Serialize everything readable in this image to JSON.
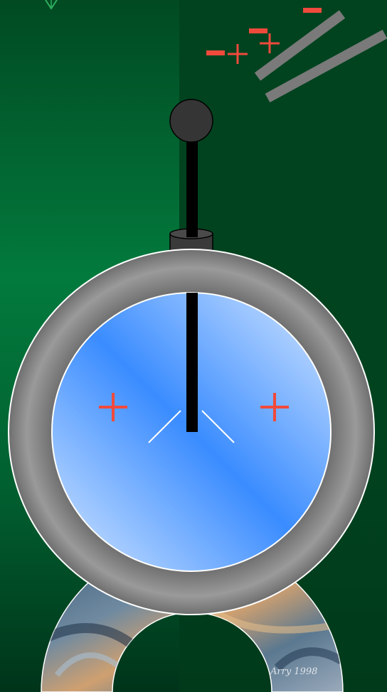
{
  "colors": {
    "background_green": "#01431f",
    "background_highlight": "#027a3d",
    "charge_red": "#f04a3c",
    "rod_gray": "#7a7a7a",
    "ring_gray": "#8a8a8a",
    "window_blue": "#3a8cff",
    "window_light": "#d6e8ff",
    "stem_black": "#000000"
  },
  "charged_rod": {
    "charges": [
      "negative",
      "positive",
      "negative",
      "positive",
      "negative"
    ]
  },
  "electroscope": {
    "leaf_charges": [
      "positive",
      "positive"
    ],
    "leaves_state": "diverged"
  },
  "signature": {
    "text": "Arry 1998"
  }
}
